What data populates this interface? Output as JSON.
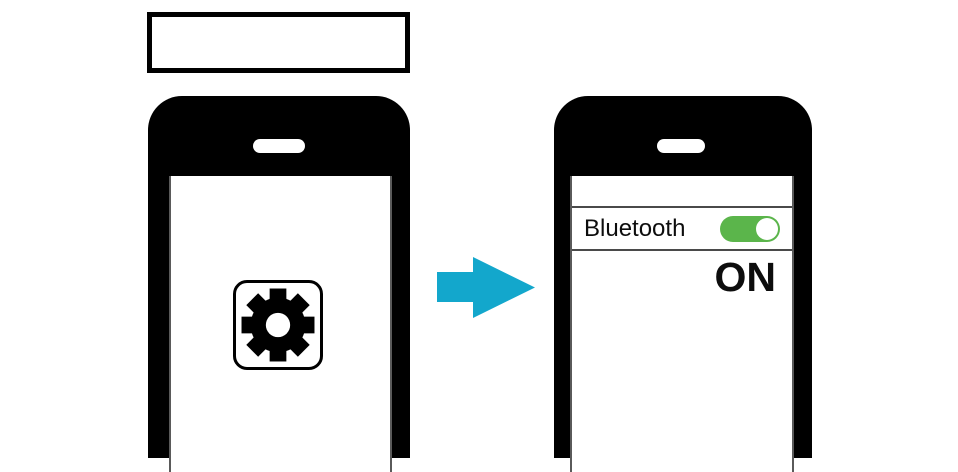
{
  "caption_box": {
    "text": ""
  },
  "colors": {
    "arrow": "#13A7CC",
    "toggle_on": "#5BB54B",
    "phone_body": "#000000",
    "divider": "#4a4a4a"
  },
  "left_phone": {
    "app_icon": "gear-icon",
    "screen_content": "settings app icon"
  },
  "arrow": {
    "icon": "right-arrow-icon",
    "direction": "right",
    "color": "#13A7CC"
  },
  "right_phone": {
    "bluetooth_label": "Bluetooth",
    "toggle_state": "on",
    "toggle_color": "#5BB54B",
    "status_text": "ON"
  }
}
